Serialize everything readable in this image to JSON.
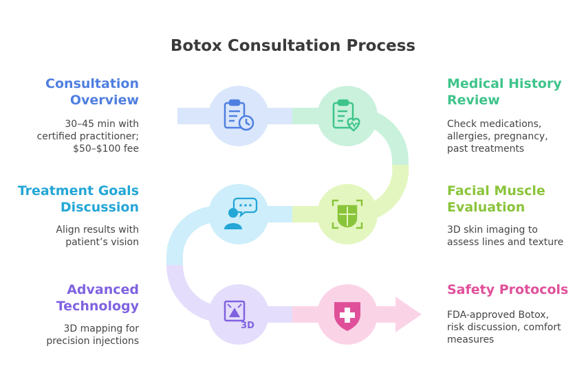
{
  "title": "Botox Consultation Process",
  "steps": [
    {
      "heading": "Consultation\nOverview",
      "desc": "30–45 min with\ncertified practitioner;\n$50–$100 fee",
      "color": "#4f7fe0",
      "fill": "#d9e6fb",
      "icon": "clipboard-clock-icon"
    },
    {
      "heading": "Medical History\nReview",
      "desc": "Check medications,\nallergies, pregnancy,\npast treatments",
      "color": "#3ec48a",
      "fill": "#c9f1dc",
      "icon": "clipboard-heart-icon"
    },
    {
      "heading": "Facial Muscle\nEvaluation",
      "desc": "3D skin imaging to\nassess lines and texture",
      "color": "#8ac43a",
      "fill": "#e3f6bf",
      "icon": "face-scan-icon"
    },
    {
      "heading": "Treatment Goals\nDiscussion",
      "desc": "Align results with\npatient’s vision",
      "color": "#24a6d6",
      "fill": "#cdeefa",
      "icon": "person-chat-icon"
    },
    {
      "heading": "Advanced\nTechnology",
      "desc": "3D mapping for\nprecision injections",
      "color": "#7f62e0",
      "fill": "#e4ddfb",
      "icon": "3d-scan-icon"
    },
    {
      "heading": "Safety Protocols",
      "desc": "FDA-approved Botox,\nrisk discussion, comfort\nmeasures",
      "color": "#e0509a",
      "fill": "#fbd3e7",
      "icon": "medical-shield-icon"
    }
  ],
  "icon_text": {
    "three_d": "3D"
  }
}
